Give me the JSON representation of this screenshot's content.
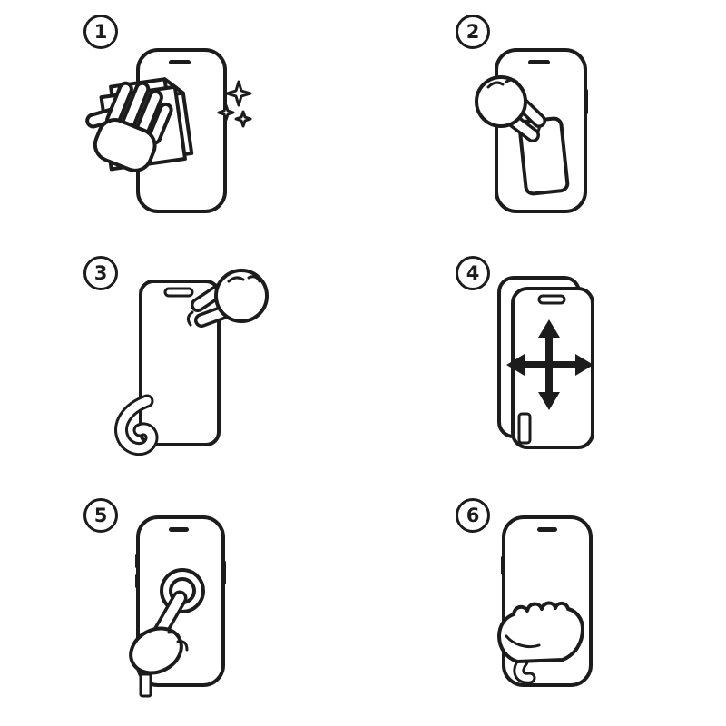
{
  "colors": {
    "line": "#1c1c1c",
    "background": "#ffffff"
  },
  "diagram": {
    "kind": "instruction-steps",
    "step_count": 6
  },
  "steps": [
    {
      "number": "1",
      "icon": "clean-screen-with-cloth-icon"
    },
    {
      "number": "2",
      "icon": "peel-film-from-screen-icon"
    },
    {
      "number": "3",
      "icon": "hold-protector-peel-backing-icon"
    },
    {
      "number": "4",
      "icon": "align-protector-with-arrows-icon"
    },
    {
      "number": "5",
      "icon": "tap-press-center-of-screen-icon"
    },
    {
      "number": "6",
      "icon": "smooth-out-with-hand-icon"
    }
  ]
}
